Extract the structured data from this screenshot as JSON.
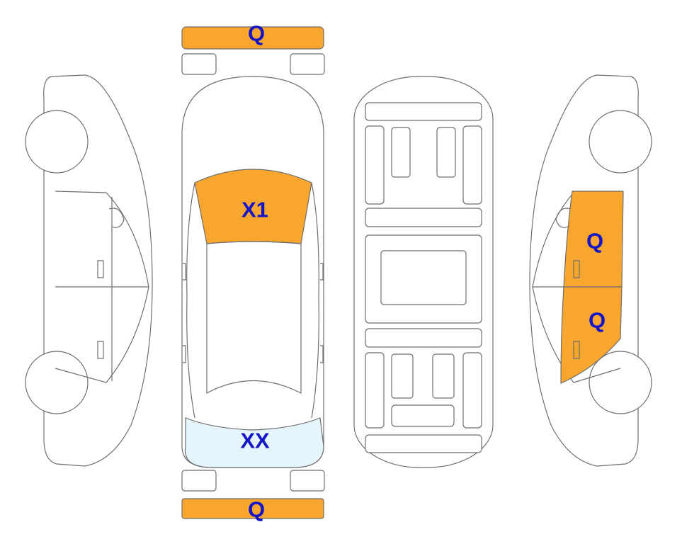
{
  "colors": {
    "damaged": "#f9a62e",
    "glass": "#e4f6fc",
    "outline": "#6e6e6e",
    "label": "#1515c8"
  },
  "labels": {
    "front_bumper": "Q",
    "windshield": "X1",
    "rear_window": "XX",
    "rear_bumper": "Q",
    "right_front_door": "Q",
    "right_rear_door": "Q"
  }
}
